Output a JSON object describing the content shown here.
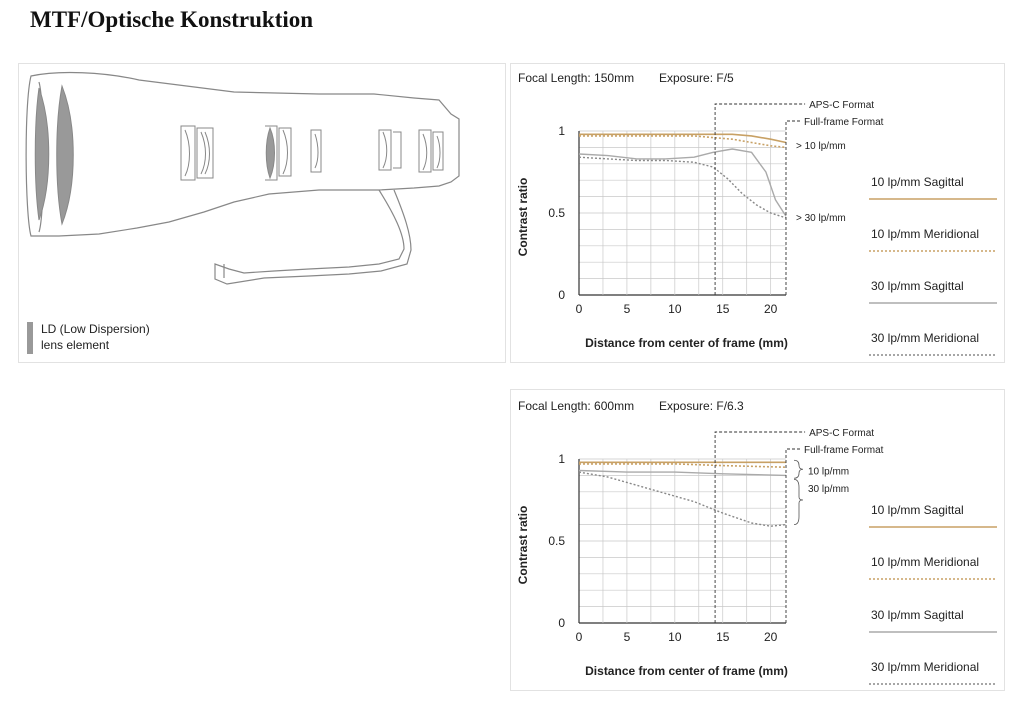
{
  "page": {
    "title": "MTF/Optische Konstruktion"
  },
  "lens_diagram": {
    "legend_line1": "LD (Low Dispersion)",
    "legend_line2": "lens element",
    "ld_color": "#999999",
    "outline_color": "#888888"
  },
  "colors": {
    "sagittal_10": "#c8a165",
    "meridional_10": "#c8a165",
    "sagittal_30": "#aaaaaa",
    "meridional_30": "#888888",
    "grid": "#c8c8c8"
  },
  "chart_data": [
    {
      "type": "line",
      "focal_label": "Focal Length: 150mm",
      "exposure_label": "Exposure: F/5",
      "xlabel": "Distance from center of frame (mm)",
      "ylabel": "Contrast ratio",
      "xlim": [
        0,
        21.6
      ],
      "ylim": [
        0,
        1
      ],
      "x_ticks": [
        "0",
        "5",
        "10",
        "15",
        "20"
      ],
      "y_ticks": [
        "0",
        "0.5",
        "1"
      ],
      "grid": true,
      "apsc_x": 14.2,
      "fullframe_x": 21.6,
      "apsc_label": "APS-C Format",
      "fullframe_label": "Full-frame Format",
      "annotation_10": "10 lp/mm",
      "annotation_30": "30 lp/mm",
      "series": [
        {
          "name": "10 lp/mm Sagittal",
          "style": "solid",
          "x": [
            0,
            4,
            8,
            12,
            14,
            16,
            18,
            20,
            21.6
          ],
          "y": [
            0.98,
            0.98,
            0.98,
            0.98,
            0.98,
            0.98,
            0.97,
            0.95,
            0.93
          ]
        },
        {
          "name": "10 lp/mm Meridional",
          "style": "dotted",
          "x": [
            0,
            4,
            8,
            12,
            14,
            16,
            18,
            20,
            21.6
          ],
          "y": [
            0.97,
            0.97,
            0.97,
            0.97,
            0.96,
            0.95,
            0.93,
            0.91,
            0.9
          ]
        },
        {
          "name": "30 lp/mm Sagittal",
          "style": "solid",
          "x": [
            0,
            3,
            6,
            9,
            12,
            14,
            16,
            18,
            19.5,
            20.5,
            21.6
          ],
          "y": [
            0.86,
            0.85,
            0.83,
            0.83,
            0.84,
            0.87,
            0.89,
            0.87,
            0.75,
            0.58,
            0.48
          ]
        },
        {
          "name": "30 lp/mm Meridional",
          "style": "dotted",
          "x": [
            0,
            3,
            6,
            9,
            12,
            14,
            15.5,
            17,
            18.5,
            20,
            21.6
          ],
          "y": [
            0.84,
            0.83,
            0.82,
            0.82,
            0.81,
            0.78,
            0.71,
            0.62,
            0.55,
            0.5,
            0.47
          ]
        }
      ]
    },
    {
      "type": "line",
      "focal_label": "Focal Length: 600mm",
      "exposure_label": "Exposure: F/6.3",
      "xlabel": "Distance from center of frame (mm)",
      "ylabel": "Contrast ratio",
      "xlim": [
        0,
        21.6
      ],
      "ylim": [
        0,
        1
      ],
      "x_ticks": [
        "0",
        "5",
        "10",
        "15",
        "20"
      ],
      "y_ticks": [
        "0",
        "0.5",
        "1"
      ],
      "grid": true,
      "apsc_x": 14.2,
      "fullframe_x": 21.6,
      "apsc_label": "APS-C Format",
      "fullframe_label": "Full-frame Format",
      "annotation_10": "10 lp/mm",
      "annotation_30": "30 lp/mm",
      "series": [
        {
          "name": "10 lp/mm Sagittal",
          "style": "solid",
          "x": [
            0,
            5,
            10,
            15,
            21.6
          ],
          "y": [
            0.98,
            0.98,
            0.98,
            0.98,
            0.98
          ]
        },
        {
          "name": "10 lp/mm Meridional",
          "style": "dotted",
          "x": [
            0,
            5,
            10,
            15,
            21.6
          ],
          "y": [
            0.97,
            0.97,
            0.97,
            0.96,
            0.95
          ]
        },
        {
          "name": "30 lp/mm Sagittal",
          "style": "solid",
          "x": [
            0,
            5,
            10,
            15,
            21.6
          ],
          "y": [
            0.93,
            0.92,
            0.92,
            0.91,
            0.9
          ]
        },
        {
          "name": "30 lp/mm Meridional",
          "style": "dotted",
          "x": [
            0,
            3,
            6,
            9,
            12,
            15,
            18,
            20,
            21.6
          ],
          "y": [
            0.92,
            0.89,
            0.84,
            0.79,
            0.74,
            0.67,
            0.61,
            0.59,
            0.6
          ]
        }
      ]
    }
  ]
}
